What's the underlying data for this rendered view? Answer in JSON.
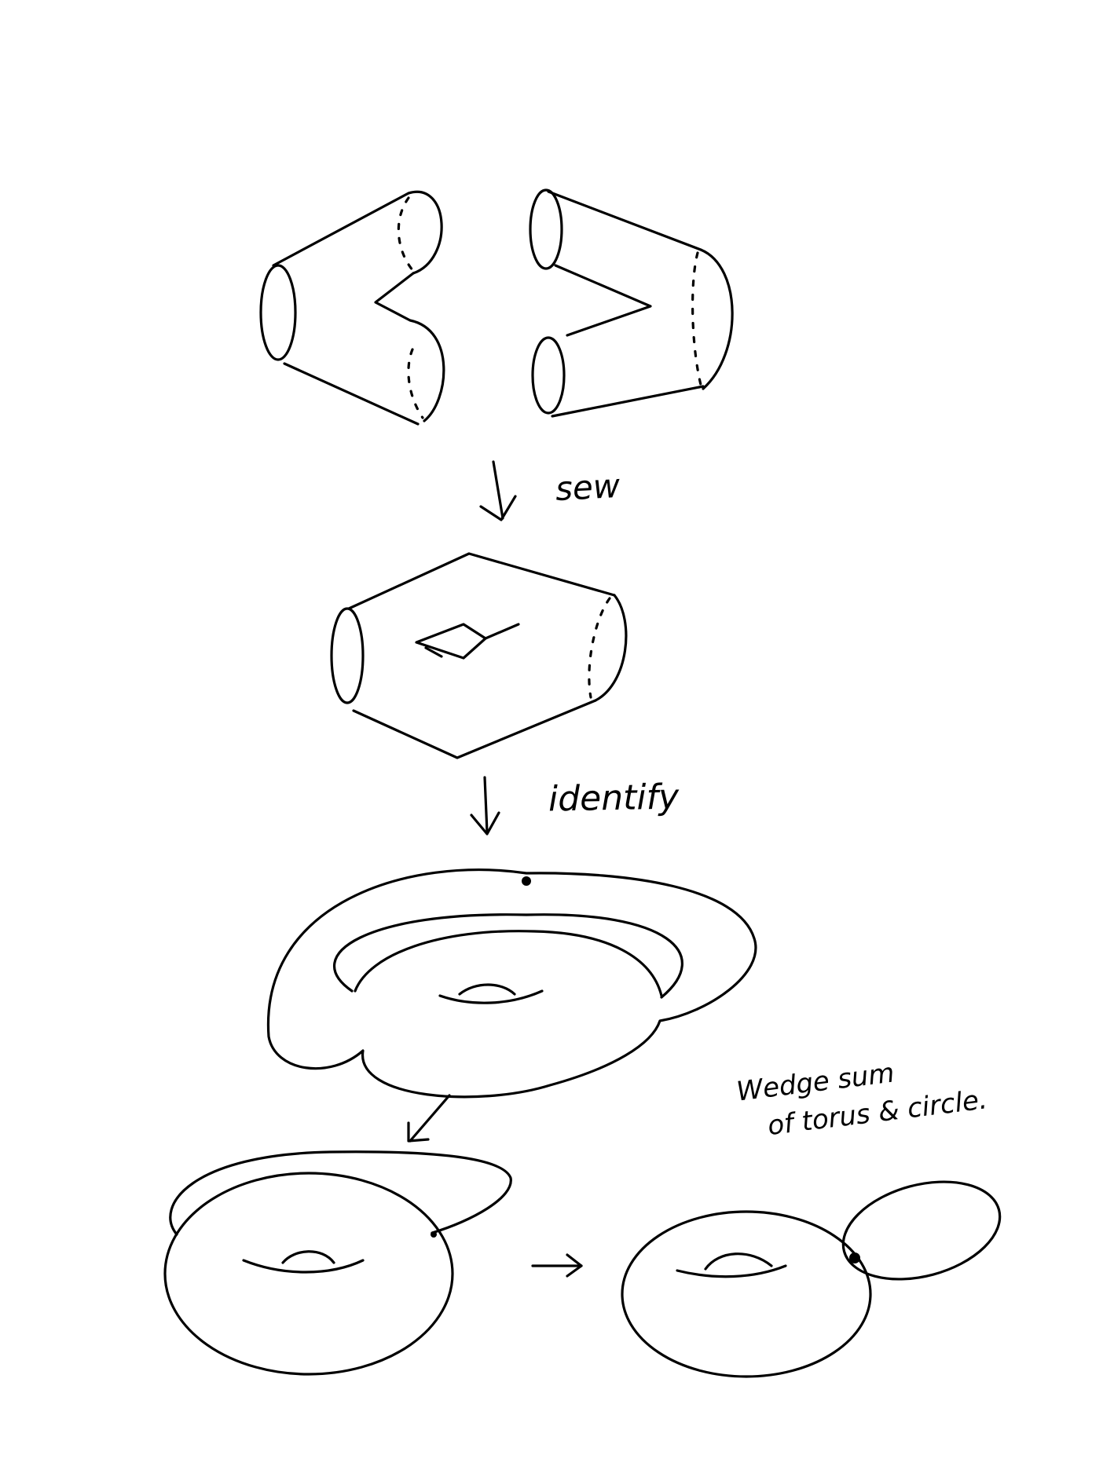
{
  "labels": {
    "sew": "sew",
    "identify": "identify",
    "wedge_line1": "Wedge sum",
    "wedge_line2": "of torus & circle."
  },
  "colors": {
    "ink": "#000000",
    "paper": "#ffffff"
  }
}
